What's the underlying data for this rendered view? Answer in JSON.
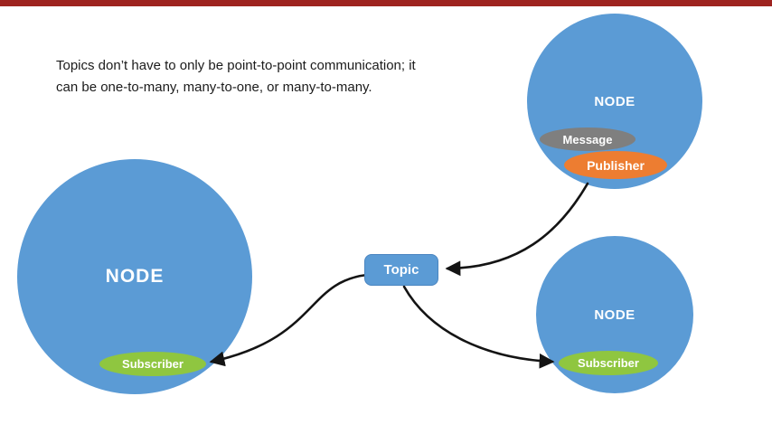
{
  "caption": {
    "line1": "Topics don’t have to only be point-to-point communication; it",
    "line2": "can be one-to-many, many-to-one, or many-to-many."
  },
  "nodes": {
    "left": {
      "label": "NODE",
      "subscriber_label": "Subscriber"
    },
    "top_right": {
      "label": "NODE",
      "message_label": "Message",
      "publisher_label": "Publisher"
    },
    "bottom_right": {
      "label": "NODE",
      "subscriber_label": "Subscriber"
    }
  },
  "topic": {
    "label": "Topic"
  },
  "colors": {
    "top_bar": "#9e2420",
    "node_circle": "#5b9bd5",
    "topic_box": "#5b9bd5",
    "subscriber_green": "#8fc640",
    "publisher_orange": "#ed7d31",
    "message_gray": "#7f7f7f",
    "arrow": "#141414",
    "text": "#1b1b1b"
  }
}
